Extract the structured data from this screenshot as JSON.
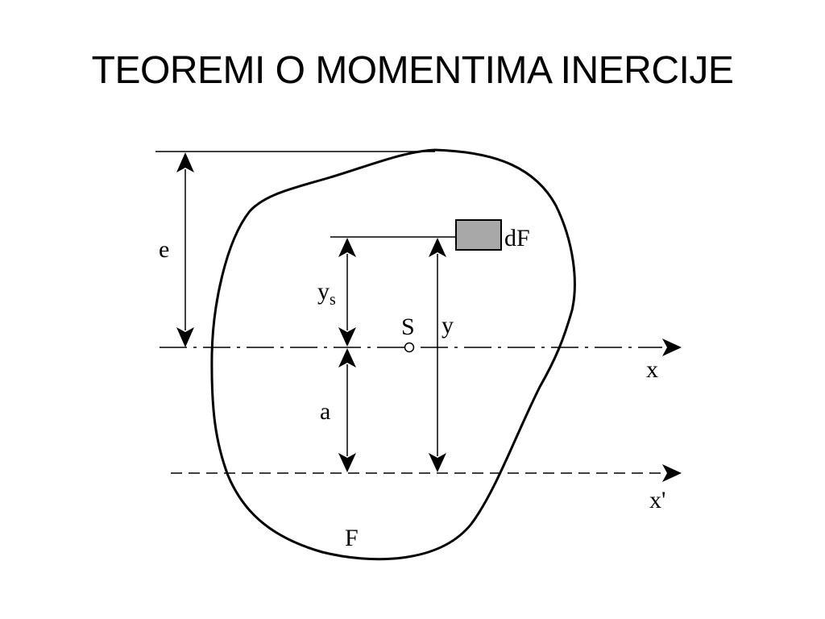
{
  "slide": {
    "title": "TEOREMI O MOMENTIMA INERCIJE"
  },
  "diagram": {
    "labels": {
      "e": "e",
      "ys_main": "y",
      "ys_sub": "s",
      "S": "S",
      "y": "y",
      "dF": "dF",
      "a": "a",
      "x": "x",
      "x_prime": "x'",
      "F": "F"
    },
    "colors": {
      "element_fill": "#a8a8a8",
      "stroke": "#000000"
    }
  }
}
